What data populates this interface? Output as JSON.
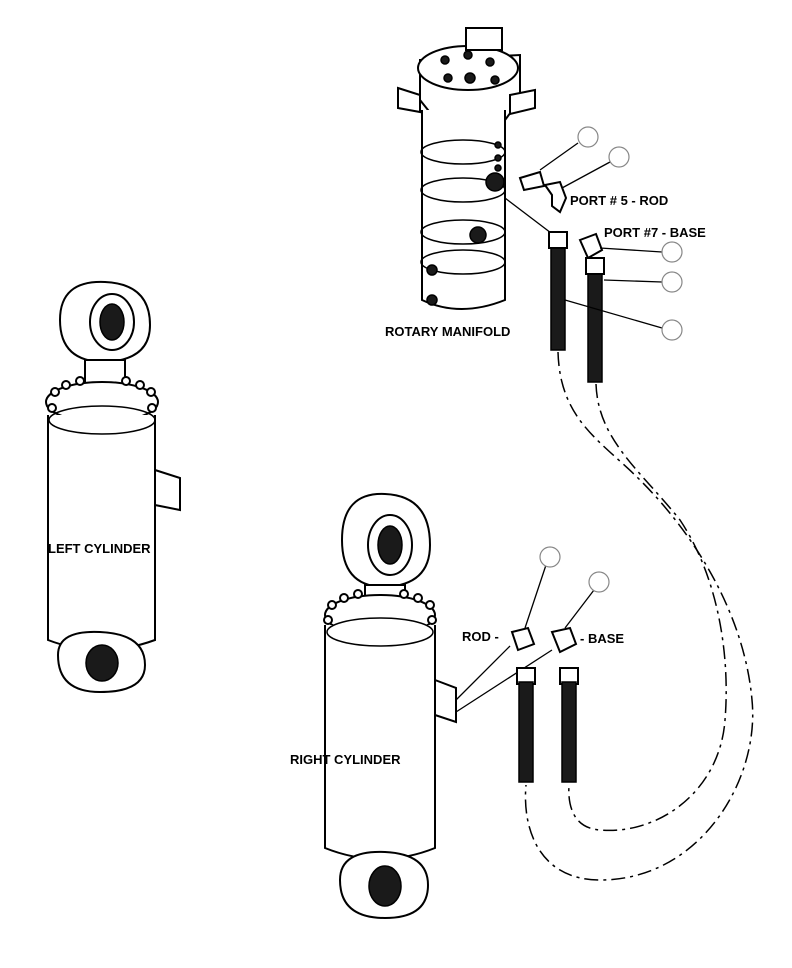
{
  "labels": {
    "rotary_manifold": "ROTARY MANIFOLD",
    "port5_rod": "PORT # 5 - ROD",
    "port7_base": "PORT #7 - BASE",
    "left_cylinder": "LEFT CYLINDER",
    "right_cylinder": "RIGHT CYLINDER",
    "rod": "ROD -",
    "base": "- BASE"
  },
  "callouts": [
    "",
    "",
    "",
    "",
    "",
    "",
    ""
  ]
}
